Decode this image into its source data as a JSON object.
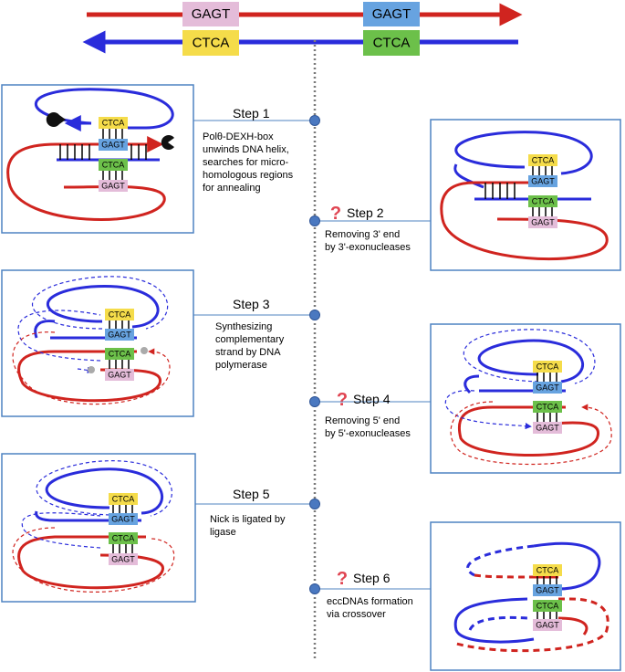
{
  "colors": {
    "red": "#d0241f",
    "blue": "#2a2cdb",
    "yellow": "#f5dc4a",
    "lightblue": "#67a3e0",
    "green": "#6cc04a",
    "pink": "#e4bcd9",
    "panel_border": "#4f83c2",
    "node_fill": "#4a78c0",
    "question": "#e04552",
    "axis": "#7a7a7a"
  },
  "top": {
    "red_labels": [
      "GAGT",
      "GAGT"
    ],
    "blue_labels": [
      "CTCA",
      "CTCA"
    ]
  },
  "labels": {
    "ctca": "CTCA",
    "gagt": "GAGT"
  },
  "steps": [
    {
      "title": "Step 1",
      "lines": [
        "Polθ-DEXH-box",
        "unwinds DNA helix,",
        "searches for micro-",
        "homologous regions",
        "for annealing"
      ],
      "question": false
    },
    {
      "title": "Step 2",
      "lines": [
        "Removing 3' end",
        "by 3'-exonucleases"
      ],
      "question": true
    },
    {
      "title": "Step 3",
      "lines": [
        "Synthesizing",
        "complementary",
        "strand by DNA",
        "polymerase"
      ],
      "question": false
    },
    {
      "title": "Step 4",
      "lines": [
        "Removing 5' end",
        "by 5'-exonucleases"
      ],
      "question": true
    },
    {
      "title": "Step 5",
      "lines": [
        "Nick is ligated by",
        "ligase"
      ],
      "question": false
    },
    {
      "title": "Step 6",
      "lines": [
        "eccDNAs formation",
        "via crossover"
      ],
      "question": true
    }
  ]
}
